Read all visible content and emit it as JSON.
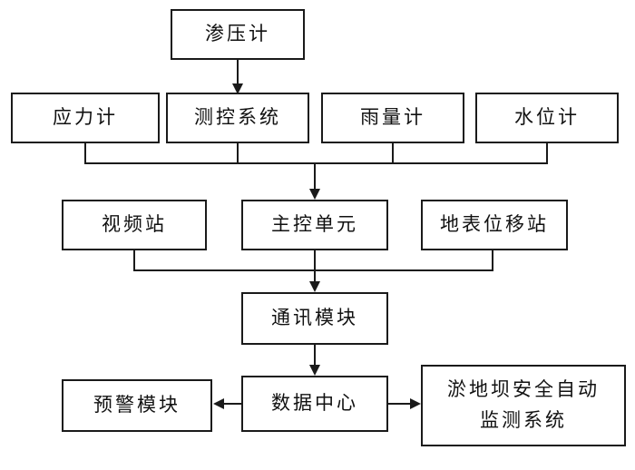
{
  "diagram": {
    "nodes": {
      "seepage_meter": "渗压计",
      "stress_meter": "应力计",
      "measure_control": "测控系统",
      "rain_gauge": "雨量计",
      "water_level_meter": "水位计",
      "video_station": "视频站",
      "main_control_unit": "主控单元",
      "surface_displacement_station": "地表位移站",
      "comm_module": "通讯模块",
      "warning_module": "预警模块",
      "data_center": "数据中心",
      "auto_monitor_line1": "淤地坝安全自动",
      "auto_monitor_line2": "监测系统"
    }
  }
}
